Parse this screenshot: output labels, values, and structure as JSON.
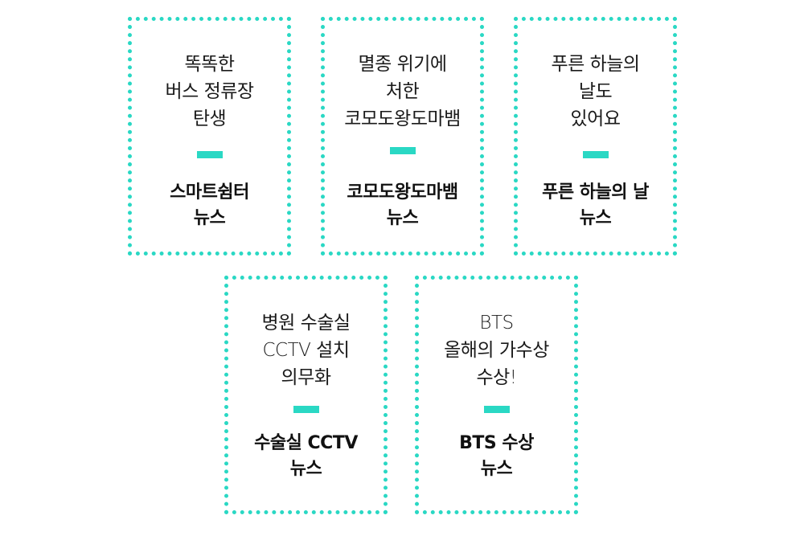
{
  "cards": [
    {
      "desc": [
        "똑똑한",
        "버스 정류장",
        "탄생"
      ],
      "title": [
        "스마트쉼터",
        "뉴스"
      ]
    },
    {
      "desc": [
        "멸종 위기에",
        "처한",
        "코모도왕도마뱀"
      ],
      "title": [
        "코모도왕도마뱀",
        "뉴스"
      ]
    },
    {
      "desc": [
        "푸른 하늘의",
        "날도",
        "있어요"
      ],
      "title": [
        "푸른 하늘의 날",
        "뉴스"
      ]
    },
    {
      "desc": [
        "병원 수술실",
        "CCTV 설치",
        "의무화"
      ],
      "title": [
        "수술실 CCTV",
        "뉴스"
      ]
    },
    {
      "desc": [
        "BTS",
        "올해의 가수상",
        "수상!"
      ],
      "title": [
        "BTS 수상",
        "뉴스"
      ]
    }
  ],
  "accent_color": "#2ad8c4"
}
